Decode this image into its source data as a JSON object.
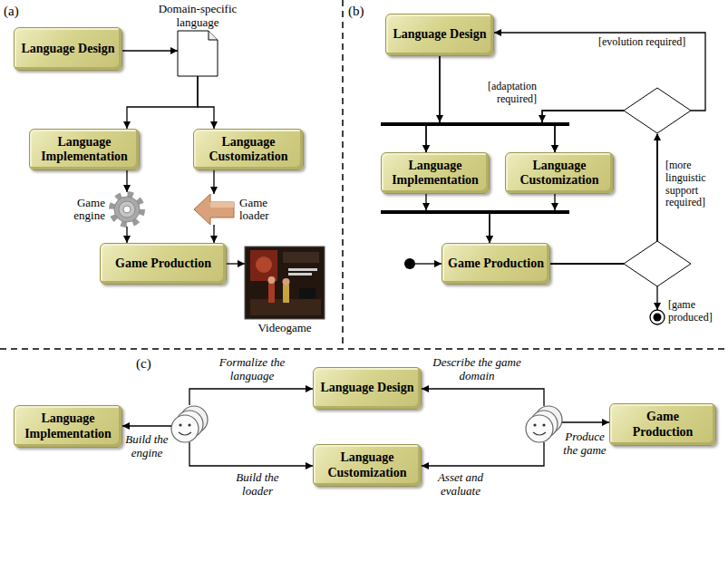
{
  "diagram": {
    "nodes": [
      {
        "text": [
          "Language Design"
        ]
      },
      {
        "text": [
          "Domain-specific language"
        ]
      },
      {
        "text": [
          "Language Implementation"
        ]
      },
      {
        "text": [
          "Language Customization"
        ]
      },
      {
        "text": [
          "Game engine"
        ]
      },
      {
        "text": [
          "Game loader"
        ]
      },
      {
        "text": [
          "Game Production"
        ]
      },
      {
        "text": [
          "Videogame"
        ]
      },
      {
        "text": [
          "Language Design"
        ]
      },
      {
        "text": [
          "Language Implementation"
        ]
      },
      {
        "text": [
          "Language Customization"
        ]
      },
      {
        "text": [
          "Game Production"
        ]
      },
      {
        "text": [
          "Language Implementation"
        ]
      },
      {
        "text": [
          "Language Design"
        ]
      },
      {
        "text": [
          "Language Customization"
        ]
      },
      {
        "text": [
          "Game Production"
        ]
      }
    ],
    "edges": [
      {
        "from": 0,
        "to": 1,
        "arrow": "to"
      },
      {
        "from": 1,
        "to": 2,
        "arrow": "to"
      },
      {
        "from": 1,
        "to": 3,
        "arrow": "to"
      },
      {
        "from": 2,
        "to": 4,
        "arrow": "to"
      },
      {
        "from": 3,
        "to": 5,
        "arrow": "to"
      },
      {
        "from": 4,
        "to": 6,
        "arrow": "to"
      },
      {
        "from": 5,
        "to": 6,
        "arrow": "to"
      },
      {
        "from": 6,
        "to": 7,
        "arrow": "to"
      },
      {
        "from": 8,
        "to": 9,
        "arrow": "to"
      },
      {
        "from": 8,
        "to": 10,
        "arrow": "to"
      },
      {
        "from": 9,
        "to": 11,
        "arrow": "to"
      },
      {
        "from": 10,
        "to": 11,
        "arrow": "to"
      },
      {
        "from": 11,
        "to": 8,
        "label": "[evolution required]",
        "arrow": "to"
      },
      {
        "from": 11,
        "to": 9,
        "label": "[adaptation required]",
        "arrow": "to"
      },
      {
        "from": 11,
        "to": 10,
        "arrow": "to"
      }
    ],
    "labels": [
      "(a)",
      "(b)",
      "(c)",
      "[more linguistic support required]",
      "[game produced]",
      "Formalize the language",
      "Describe the game domain",
      "Build the engine",
      "Build the loader",
      "Asset and evaluate",
      "Produce the game"
    ]
  }
}
